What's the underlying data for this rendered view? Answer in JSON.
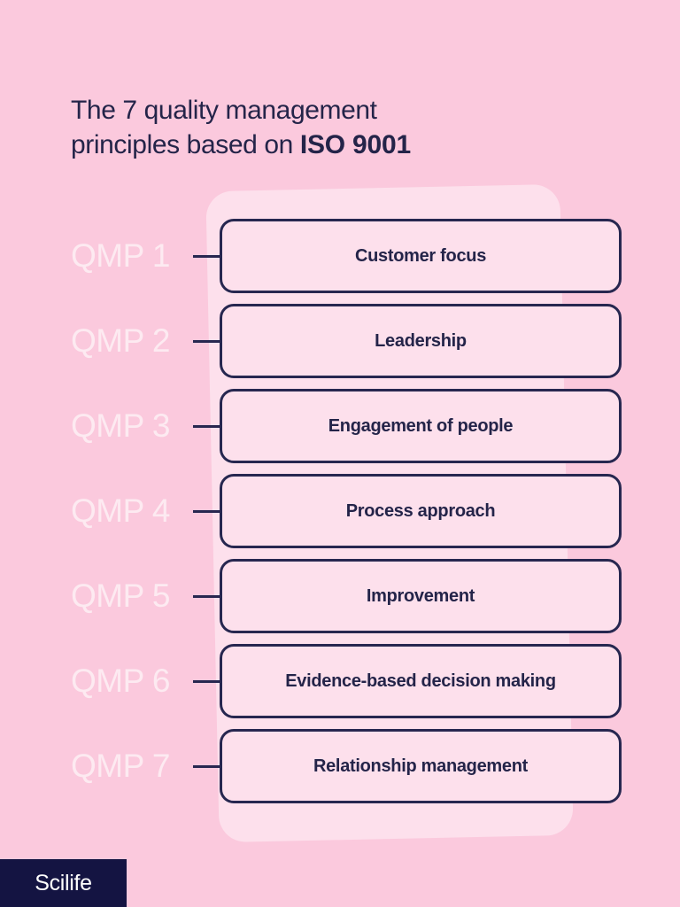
{
  "theme": {
    "background_color": "#fbc9dd",
    "card_fill_color": "#fde0ec",
    "stroke_color": "#272750",
    "text_color": "#242449",
    "qmp_label_color": "#fdeaf1",
    "logo_background_color": "#141442",
    "logo_text_color": "#ffffff"
  },
  "title": {
    "line1": "The 7 quality management",
    "line2_prefix": "principles based on ",
    "line2_strong": "ISO 9001"
  },
  "principles": [
    {
      "number_label": "QMP 1",
      "name": "Customer focus"
    },
    {
      "number_label": "QMP 2",
      "name": "Leadership"
    },
    {
      "number_label": "QMP 3",
      "name": "Engagement of people"
    },
    {
      "number_label": "QMP 4",
      "name": "Process approach"
    },
    {
      "number_label": "QMP 5",
      "name": "Improvement"
    },
    {
      "number_label": "QMP 6",
      "name": "Evidence-based decision making"
    },
    {
      "number_label": "QMP 7",
      "name": "Relationship management"
    }
  ],
  "footer": {
    "brand": "Scilife"
  }
}
